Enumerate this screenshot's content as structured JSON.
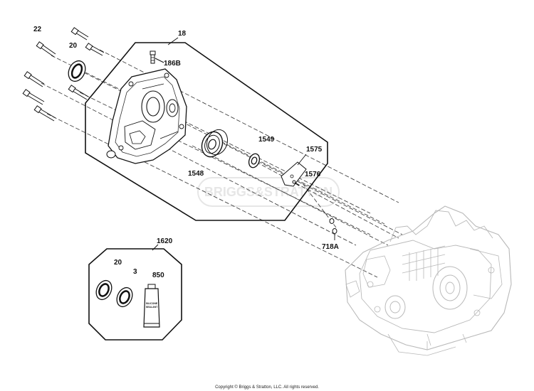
{
  "diagram": {
    "labels": {
      "p22": "22",
      "p20_top": "20",
      "p18": "18",
      "p186b": "186B",
      "p1549": "1549",
      "p1575": "1575",
      "p1548": "1548",
      "p1576": "1576",
      "p718a": "718A",
      "p1620": "1620",
      "p20_kit": "20",
      "p3": "3",
      "p850": "850"
    },
    "sealant_tube_text": [
      "SILICONE",
      "SEALANT"
    ],
    "watermark": "BRIGGS&STRATTON",
    "copyright": "Copyright © Briggs & Stratton, LLC. All rights reserved."
  }
}
